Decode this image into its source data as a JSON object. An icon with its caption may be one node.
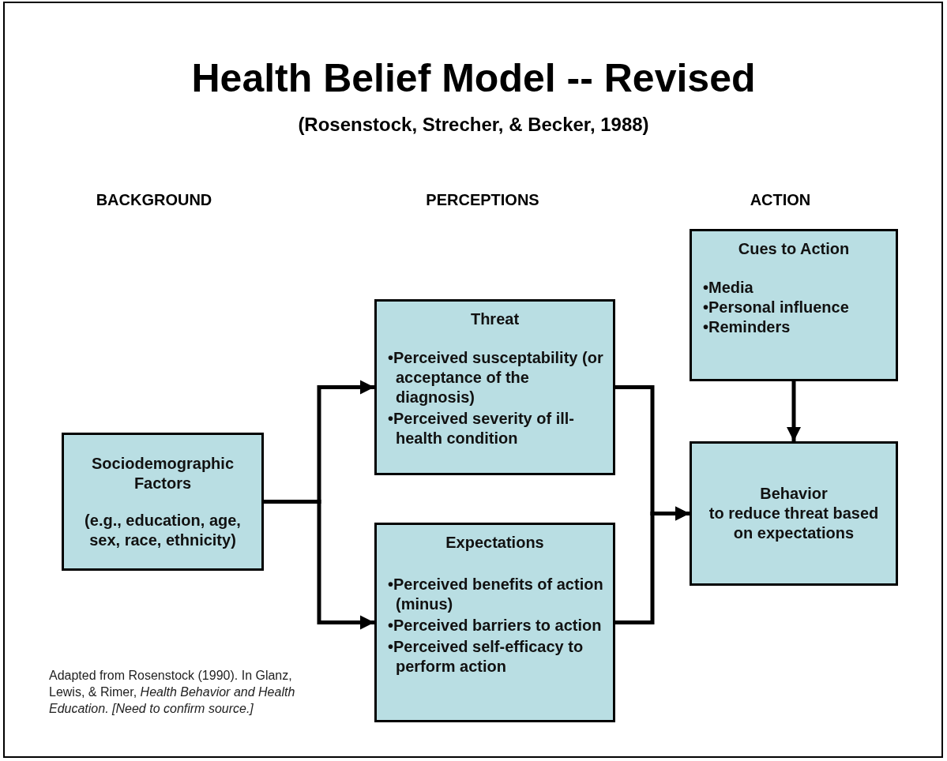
{
  "diagram": {
    "title": "Health Belief Model -- Revised",
    "nodes": [
      {
        "text": [
          "Sociodemographic Factors",
          "(e.g., education, age, sex, race, ethnicity)"
        ]
      },
      {
        "text": [
          "Threat",
          "•Perceived susceptability (or acceptance of the diagnosis)",
          "•Perceived severity of ill-health condition"
        ]
      },
      {
        "text": [
          "Expectations",
          "•Perceived benefits of action (minus)",
          "•Perceived barriers to action",
          "•Perceived self-efficacy to perform action"
        ]
      },
      {
        "text": [
          "Cues to Action",
          "•Media",
          "•Personal influence",
          "•Reminders"
        ]
      },
      {
        "text": [
          "Behavior",
          "to reduce threat based on expectations"
        ]
      }
    ],
    "edges": [
      {
        "from": 0,
        "to": 1,
        "arrow": "to"
      },
      {
        "from": 0,
        "to": 2,
        "arrow": "to"
      },
      {
        "from": 1,
        "to": 4,
        "arrow": "to"
      },
      {
        "from": 2,
        "to": 4,
        "arrow": "to"
      },
      {
        "from": 3,
        "to": 4,
        "arrow": "to"
      }
    ],
    "labels": [
      "(Rosenstock, Strecher, & Becker, 1988)",
      "BACKGROUND",
      "PERCEPTIONS",
      "ACTION",
      "Adapted from Rosenstock (1990). In Glanz, Lewis, & Rimer, *Health Behavior and Health Education. [Need to confirm source.]*"
    ]
  }
}
